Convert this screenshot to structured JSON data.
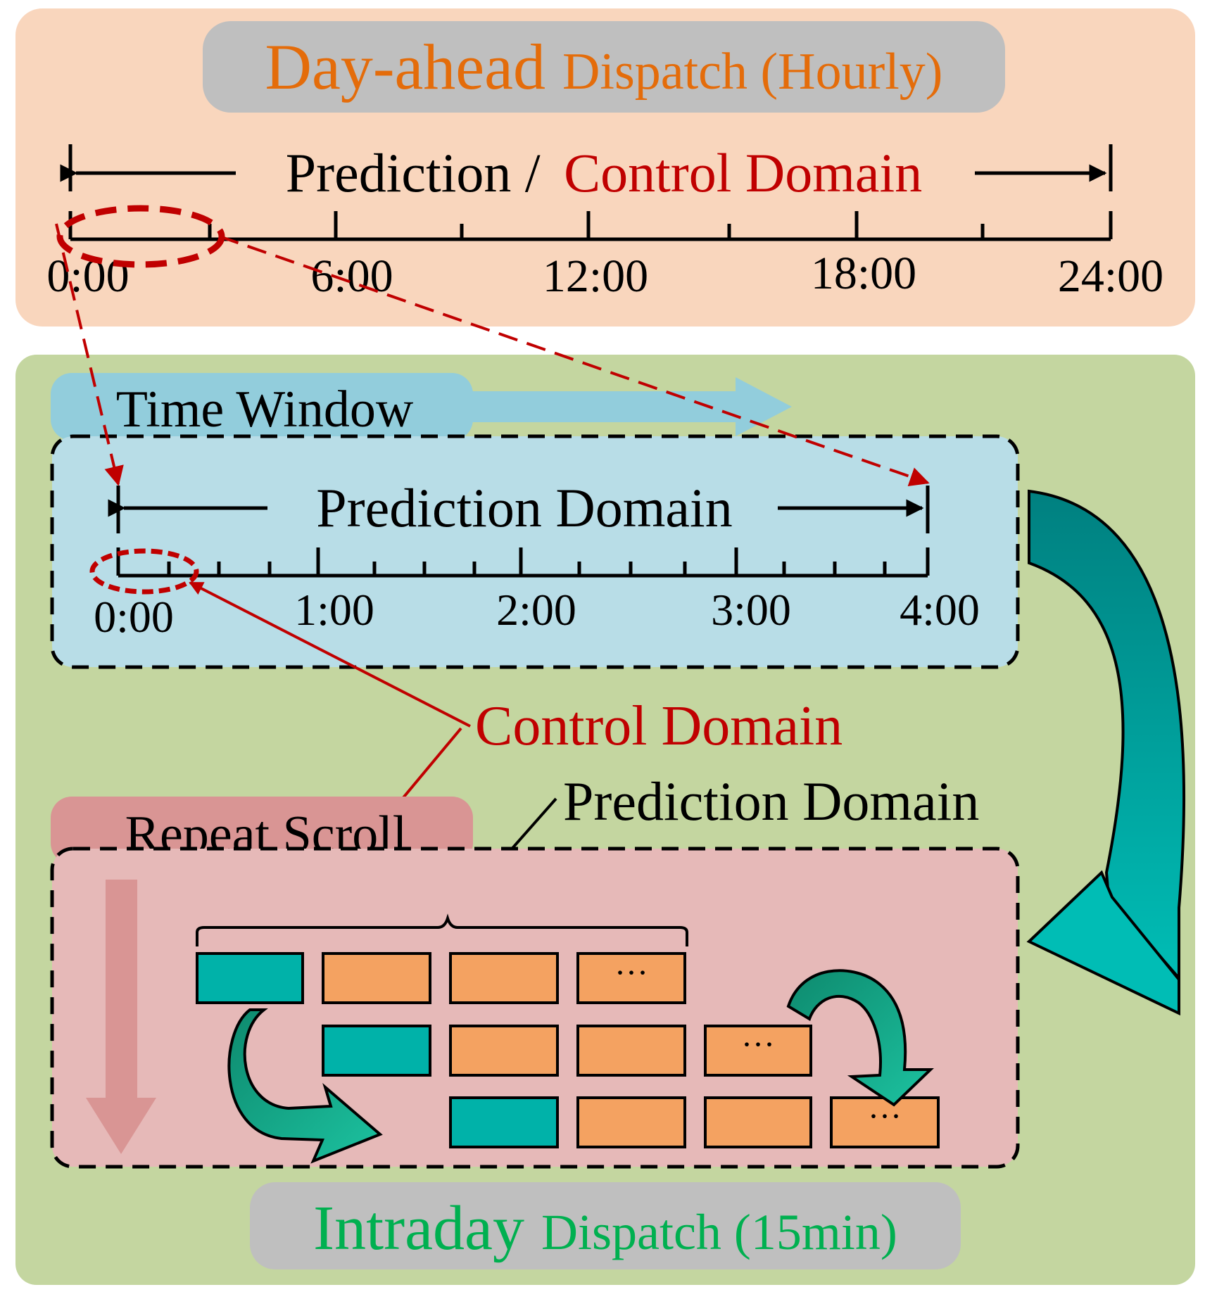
{
  "day_ahead": {
    "title_main": "Day-ahead",
    "title_sub": "Dispatch (Hourly)",
    "span_label_prediction": "Prediction /",
    "span_label_control": "Control Domain",
    "ticks": [
      "0:00",
      "6:00",
      "12:00",
      "18:00",
      "24:00"
    ]
  },
  "intraday": {
    "time_window_label": "Time Window",
    "prediction_label": "Prediction Domain",
    "ticks": [
      "0:00",
      "1:00",
      "2:00",
      "3:00",
      "4:00"
    ],
    "control_domain_label": "Control Domain",
    "prediction_domain_label": "Prediction Domain",
    "repeat_scroll_label": "Repeat Scroll",
    "ellipsis": "···",
    "title_main": "Intraday",
    "title_sub": "Dispatch (15min)"
  },
  "colors": {
    "day_ahead_bg": "#f9d6bd",
    "intraday_bg": "#c4d6a0",
    "window_bg": "#b8dde7",
    "scroll_bg": "#e6b9b8",
    "title_badge": "#bfbfbf",
    "orange_title": "#e46c0a",
    "green_title": "#00b050",
    "red_text": "#c00000",
    "teal_block": "#00b2a9",
    "orange_block": "#f4a261",
    "time_window_tab": "#92cddc",
    "repeat_tab": "#d99594"
  }
}
